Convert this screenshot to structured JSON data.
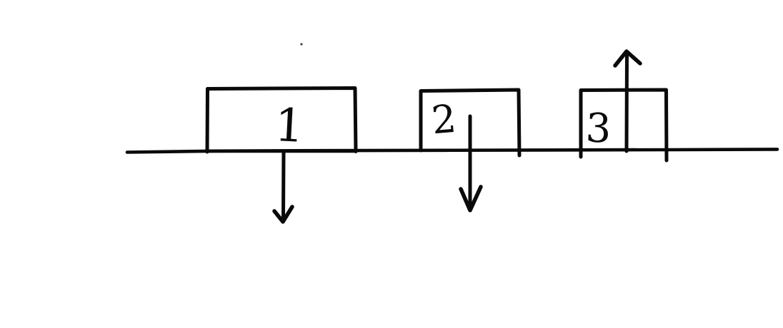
{
  "canvas": {
    "background": "#ffffff",
    "ink": "#0a0a0a"
  },
  "diagram": {
    "blocks": [
      {
        "label": "1",
        "arrow_direction": "down"
      },
      {
        "label": "2",
        "arrow_direction": "down"
      },
      {
        "label": "3",
        "arrow_direction": "up"
      }
    ]
  }
}
